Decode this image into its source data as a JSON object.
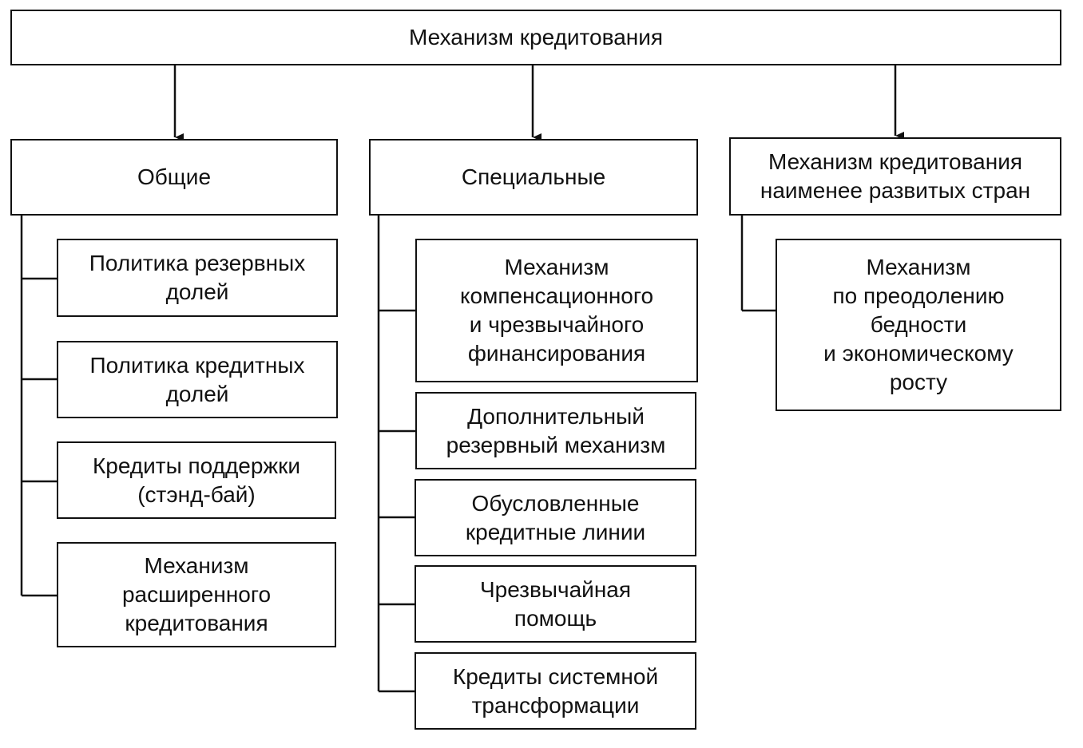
{
  "root": {
    "label": "Механизм кредитования"
  },
  "columns": [
    {
      "title": "Общие",
      "items": [
        "Политика резервных\nдолей",
        "Политика кредитных\nдолей",
        "Кредиты поддержки\n(стэнд-бай)",
        "Механизм\nрасширенного\nкредитования"
      ]
    },
    {
      "title": "Специальные",
      "items": [
        "Механизм\nкомпенсационного\nи чрезвычайного\nфинансирования",
        "Дополнительный\nрезервный механизм",
        "Обусловленные\nкредитные линии",
        "Чрезвычайная\nпомощь",
        "Кредиты системной\nтрансформации"
      ]
    },
    {
      "title": "Механизм кредитования\nнаименее развитых стран",
      "items": [
        "Механизм\nпо преодолению\nбедности\nи экономическому\nросту"
      ]
    }
  ]
}
